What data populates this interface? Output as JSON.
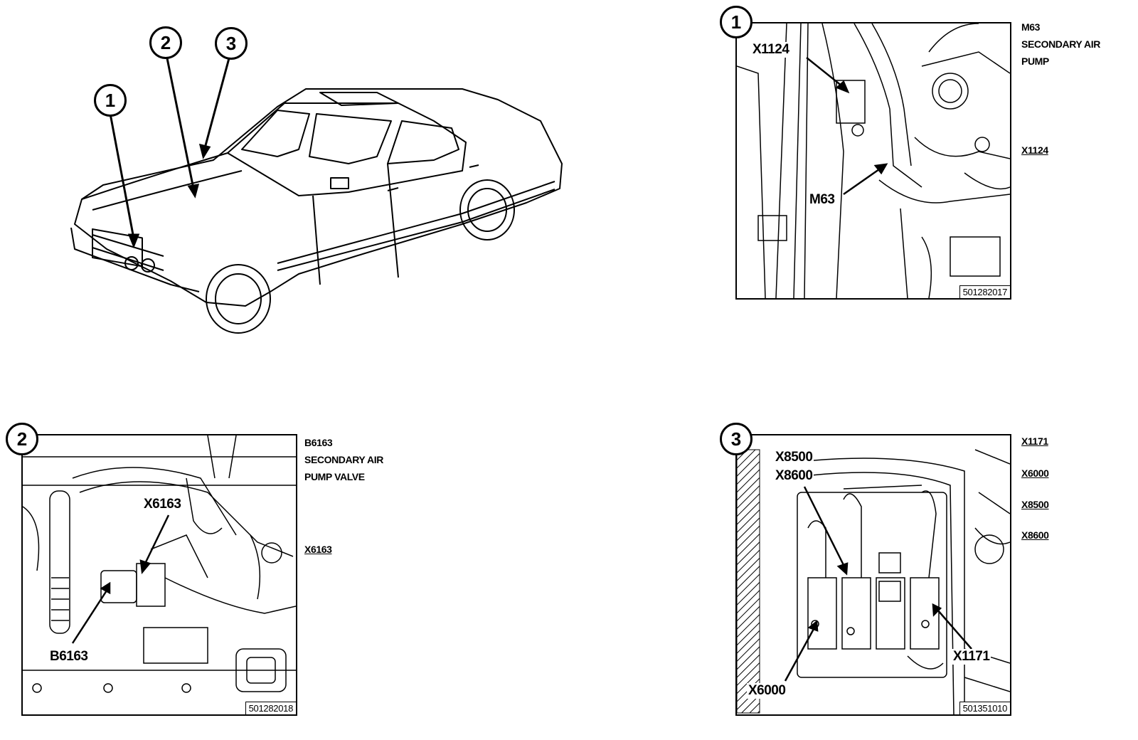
{
  "overview": {
    "markers": [
      "1",
      "2",
      "3"
    ]
  },
  "panel1": {
    "badge": "1",
    "callouts": {
      "x1124": "X1124",
      "m63": "M63"
    },
    "fig_number": "501282017",
    "legend": {
      "code": "M63",
      "line1": "SECONDARY AIR",
      "line2": "PUMP"
    },
    "connector": "X1124"
  },
  "panel2": {
    "badge": "2",
    "callouts": {
      "x6163": "X6163",
      "b6163": "B6163"
    },
    "fig_number": "501282018",
    "legend": {
      "code": "B6163",
      "line1": "SECONDARY AIR",
      "line2": "PUMP VALVE"
    },
    "connector": "X6163"
  },
  "panel3": {
    "badge": "3",
    "callouts": {
      "x8500": "X8500",
      "x8600": "X8600",
      "x6000": "X6000",
      "x1171": "X1171"
    },
    "fig_number": "501351010",
    "connectors": [
      "X1171",
      "X6000",
      "X8500",
      "X8600"
    ]
  }
}
